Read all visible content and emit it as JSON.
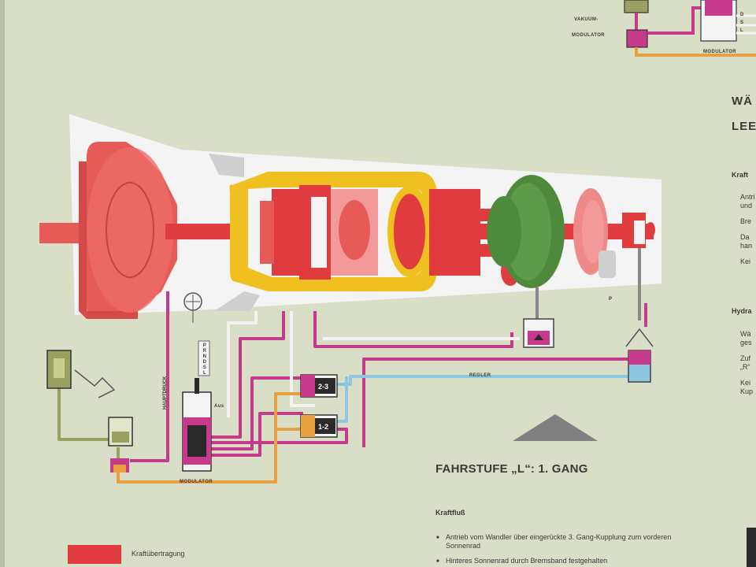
{
  "labels": {
    "hauptdruck": "HAUPTDRUCK",
    "modulator": "MODULATOR",
    "modulator_top": "MODULATOR",
    "vacuum_modulator_1": "VAKUUM-",
    "vacuum_modulator_2": "MODULATOR",
    "regler": "REGLER",
    "aus": "Aus",
    "selector": "P R N D S L",
    "park": "P",
    "valve_23": "2-3",
    "valve_12": "1-2",
    "mini_dsl": "D S L"
  },
  "heading": "FAHRSTUFE „L“: 1. GANG",
  "kraftfluss": {
    "title": "Kraftfluß",
    "items": [
      "Antrieb vom Wandler über eingerückte 3. Gang-Kupplung zum vorderen Sonnenrad",
      "Hinteres Sonnenrad durch Bremsband festgehalten"
    ]
  },
  "legend": {
    "label": "Kraftübertragung",
    "color": "#e03c40"
  },
  "right_column": {
    "heading_1": "WÄ",
    "heading_2": "LEE",
    "section_kraft": "Kraft",
    "kraft_items": [
      "Antri",
      "und",
      "Bre",
      "Da",
      "han",
      "Kei"
    ],
    "section_hydra": "Hydra",
    "hydra_items": [
      "Wä",
      "ges",
      "Zuf",
      "„R“",
      "Kei",
      "Kup"
    ]
  },
  "colors": {
    "power": "#e03c40",
    "gear_yellow": "#f0c020",
    "green": "#4f8a3c",
    "pink_line": "#c63a8c",
    "blue_line": "#8ec8e0",
    "orange_line": "#e8a040",
    "olive_line": "#9aa060",
    "white_line": "#f2f2f2"
  }
}
